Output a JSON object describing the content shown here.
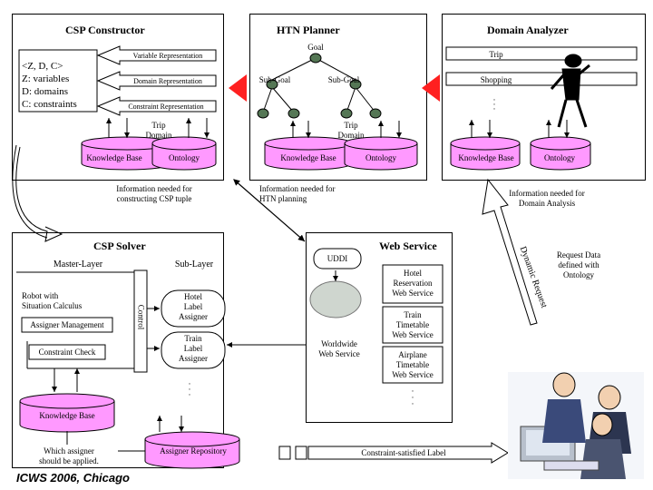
{
  "csp_constructor": {
    "title": "CSP Constructor",
    "tuple": [
      "<Z, D, C>",
      "Z: variables",
      "D: domains",
      "C: constraints"
    ],
    "arrows": [
      "Variable Representation",
      "Domain Representation",
      "Constraint Representation"
    ],
    "trip_domain": "Trip\nDomain",
    "kb": "Knowledge Base",
    "ontology": "Ontology"
  },
  "htn_planner": {
    "title": "HTN Planner",
    "goal": "Goal",
    "subgoal_left": "Sub-Goal",
    "subgoal_right": "Sub-Goal",
    "trip_domain": "Trip\nDomain",
    "kb": "Knowledge Base",
    "ontology": "Ontology"
  },
  "domain_analyzer": {
    "title": "Domain Analyzer",
    "trip": "Trip",
    "shopping": "Shopping",
    "dots": "·\n·\n·",
    "kb": "Knowledge Base",
    "ontology": "Ontology"
  },
  "info": {
    "csp_tuple": "Information needed for\nconstructing CSP tuple",
    "htn": "Information needed for\nHTN planning",
    "domain_analysis": "Information needed for\nDomain Analysis"
  },
  "csp_solver": {
    "title": "CSP Solver",
    "master_layer": "Master-Layer",
    "sub_layer": "Sub-Layer",
    "robot": "Robot with\nSituation Calculus",
    "assigner_mgmt": "Assigner Management",
    "constraint_check": "Constraint Check",
    "control": "Control",
    "hotel_label": "Hotel\nLabel\nAssigner",
    "train_label": "Train\nLabel\nAssigner",
    "dots": "·\n·\n·",
    "kb": "Knowledge Base",
    "assigner_repo": "Assigner Repository",
    "which_assigner": "Which assigner\nshould be applied."
  },
  "web_service": {
    "title": "Web Service",
    "uddi": "UDDI",
    "worldwide": "Worldwide\nWeb Service",
    "hotel": "Hotel\nReservation\nWeb Service",
    "train": "Train\nTimetable\nWeb Service",
    "airplane": "Airplane\nTimetable\nWeb Service",
    "dots": "·\n·\n·"
  },
  "dynamic_request": "Dynamic Request",
  "request_data": "Request Data\ndefined with\nOntology",
  "constraint_label": "Constraint-satisfied Label",
  "footer": "ICWS 2006, Chicago",
  "colors": {
    "pink": "#ff99ff",
    "red": "#ff2020"
  }
}
